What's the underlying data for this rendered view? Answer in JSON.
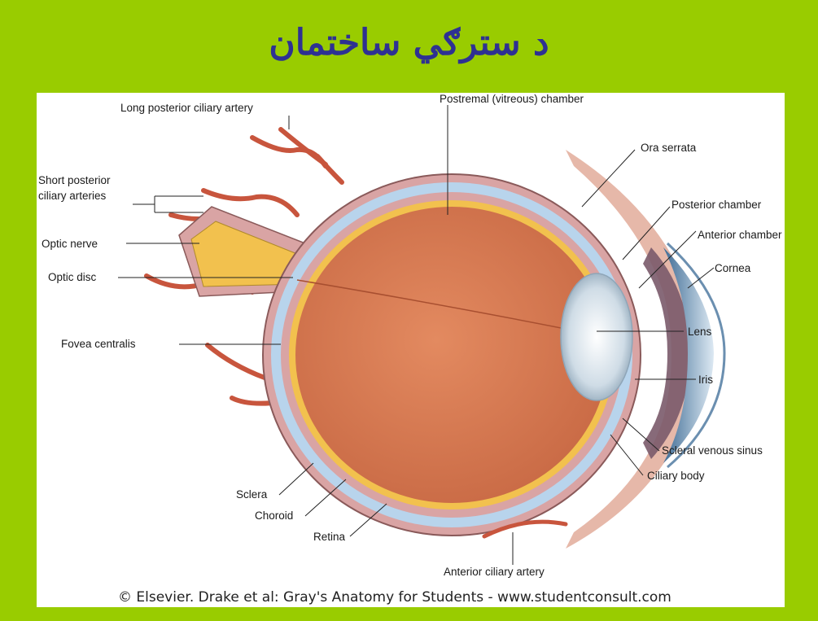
{
  "slide": {
    "title": "د سترګي ساختمان"
  },
  "diagram": {
    "labels": {
      "long_posterior_ciliary_artery": "Long posterior ciliary artery",
      "short_posterior_1": "Short posterior",
      "short_posterior_2": "ciliary arteries",
      "optic_nerve": "Optic nerve",
      "optic_disc": "Optic disc",
      "fovea_centralis": "Fovea centralis",
      "postremal_chamber": "Postremal (vitreous) chamber",
      "ora_serrata": "Ora serrata",
      "posterior_chamber": "Posterior chamber",
      "anterior_chamber": "Anterior chamber",
      "cornea": "Cornea",
      "lens": "Lens",
      "iris": "Iris",
      "scleral_venous_sinus": "Scleral venous sinus",
      "ciliary_body": "Ciliary body",
      "sclera": "Sclera",
      "choroid": "Choroid",
      "retina": "Retina",
      "anterior_ciliary_artery": "Anterior ciliary artery"
    },
    "credit": "© Elsevier. Drake et al: Gray's Anatomy for Students - www.studentconsult.com"
  },
  "colors": {
    "background": "#99cc00",
    "title": "#2e3192",
    "vitreous": "#d9774f",
    "retina": "#f2c14e",
    "choroid": "#d9a4a4",
    "sclera": "#b8d4ec",
    "artery": "#c8553d"
  }
}
